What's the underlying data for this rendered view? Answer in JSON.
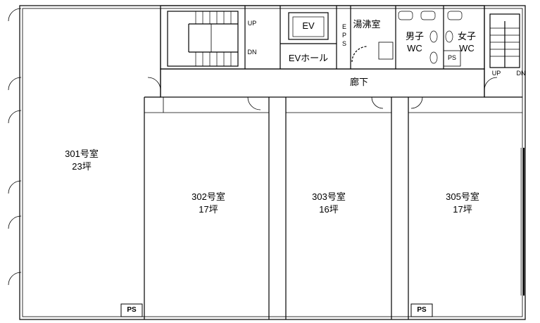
{
  "rooms": {
    "r301": {
      "name": "301号室",
      "area": "23坪"
    },
    "r302": {
      "name": "302号室",
      "area": "17坪"
    },
    "r303": {
      "name": "303号室",
      "area": "16坪"
    },
    "r305": {
      "name": "305号室",
      "area": "17坪"
    }
  },
  "core": {
    "ev": "EV",
    "ev_hall": "EVホール",
    "eps_e": "E",
    "eps_p": "P",
    "eps_s": "S",
    "kitchenette": "湯沸室",
    "mens_wc_line1": "男子",
    "mens_wc_line2": "WC",
    "womens_wc_line1": "女子",
    "womens_wc_line2": "WC",
    "ps": "PS",
    "corridor": "廊下"
  },
  "stairs": {
    "left_up": "UP",
    "left_dn": "DN",
    "right_up": "UP",
    "right_dn": "DN"
  },
  "ps_labels": {
    "ps_room301": "PS",
    "ps_room305": "PS"
  },
  "colors": {
    "line": "#000000",
    "background": "#ffffff"
  }
}
